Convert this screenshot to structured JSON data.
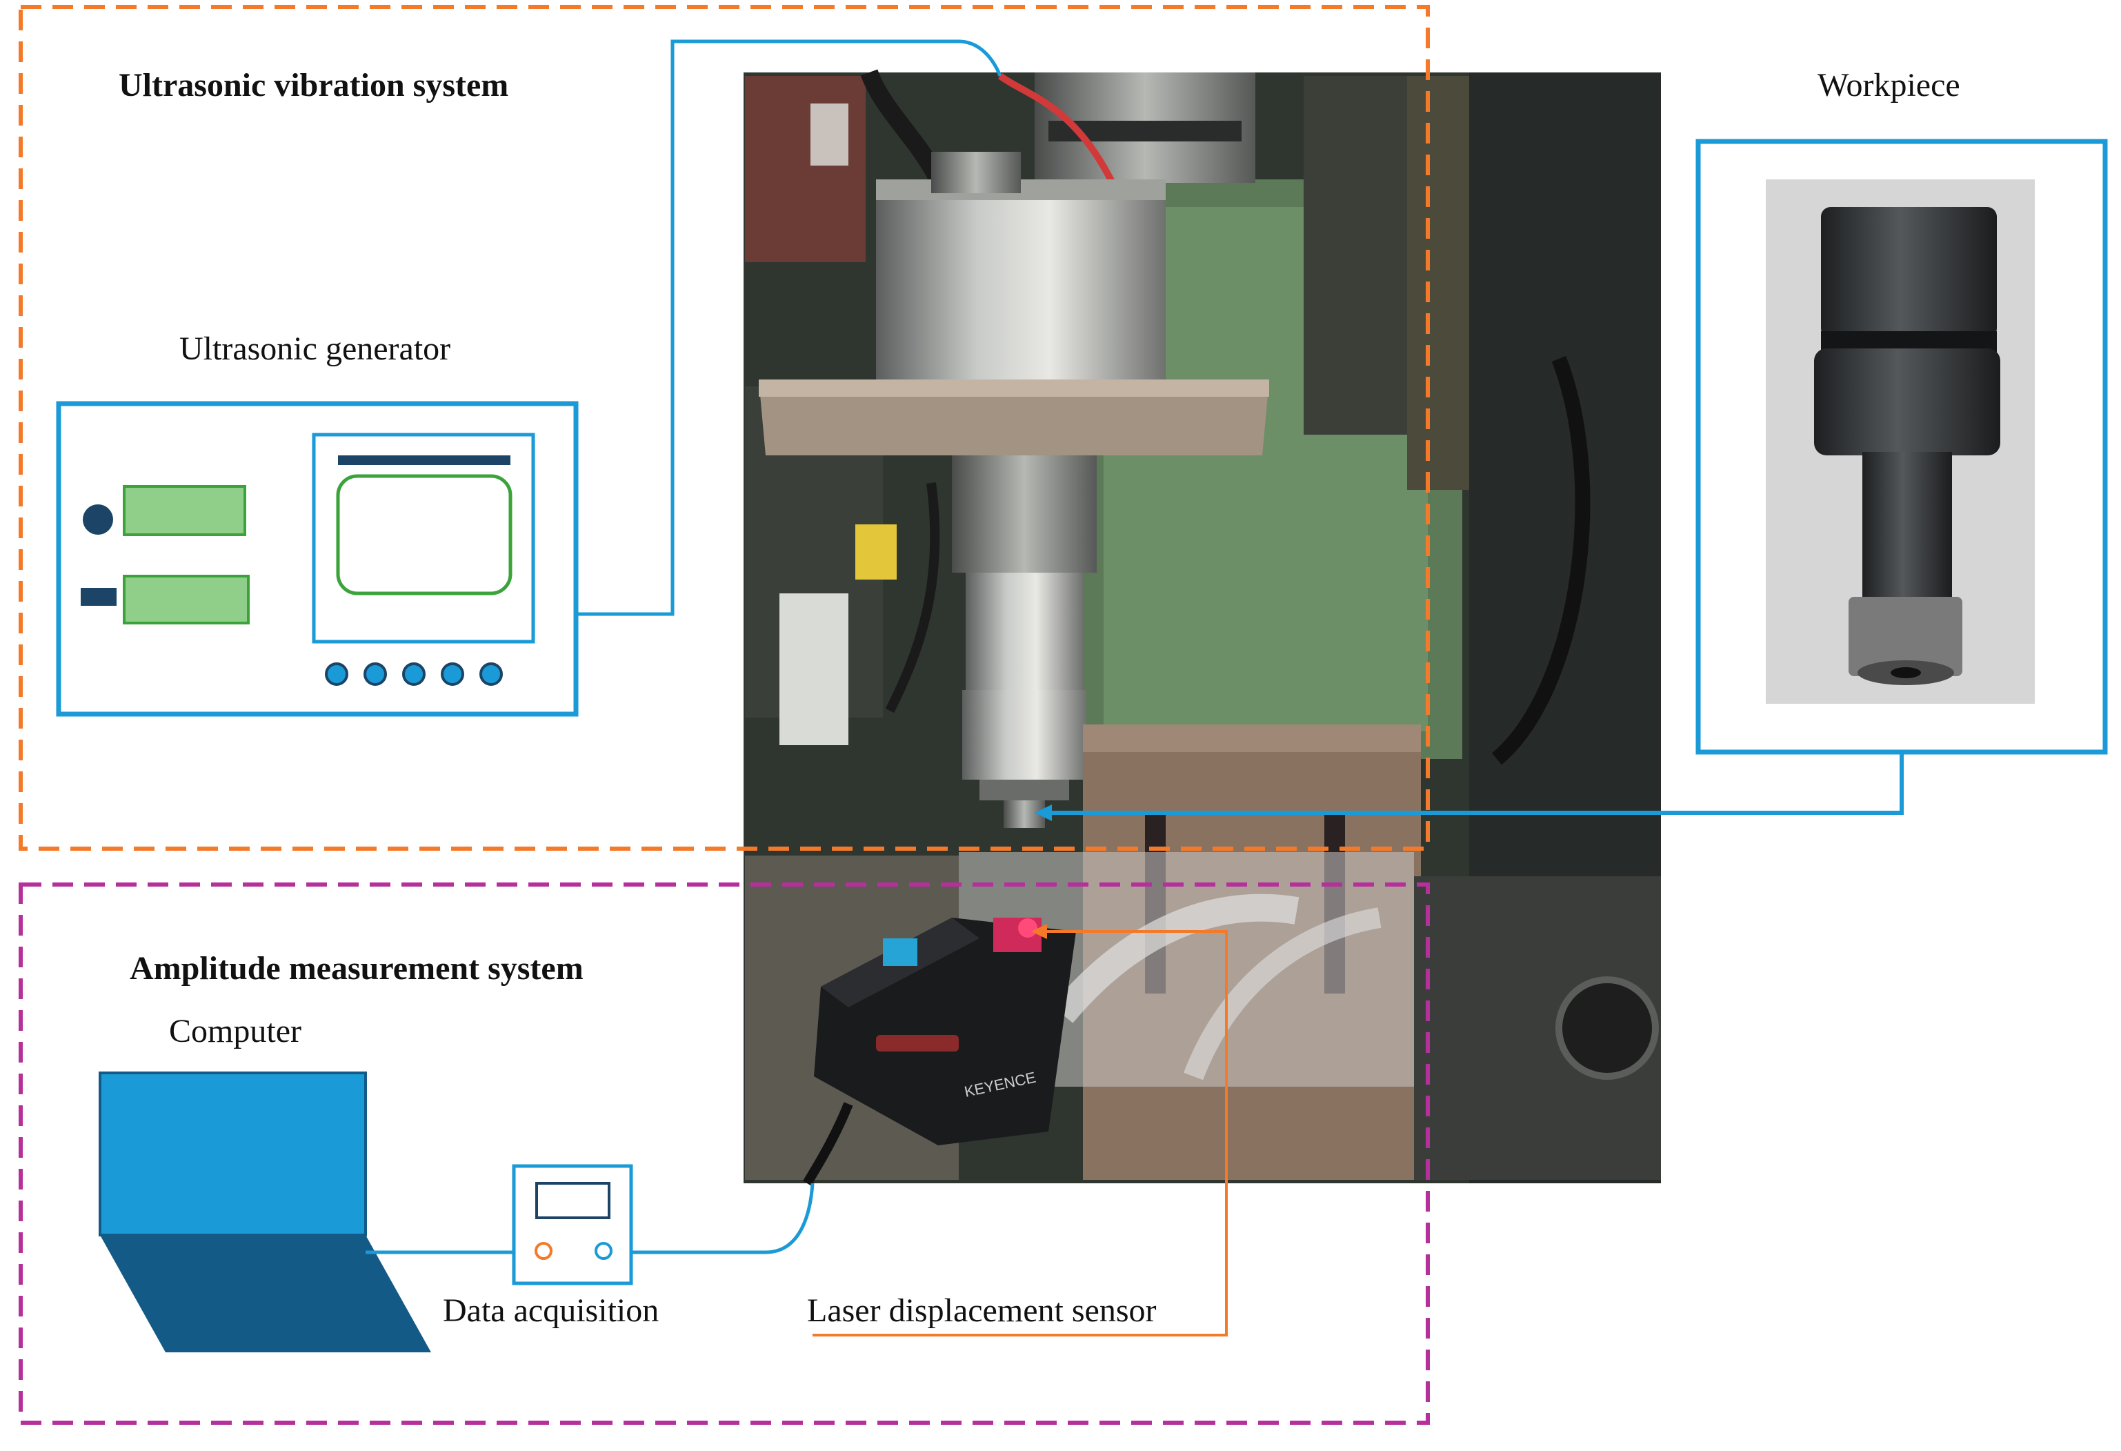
{
  "labels": {
    "ultrasonic_system": "Ultrasonic vibration system",
    "ultrasonic_generator": "Ultrasonic generator",
    "workpiece": "Workpiece",
    "amplitude_system": "Amplitude measurement system",
    "computer": "Computer",
    "data_acquisition": "Data acquisition",
    "laser_sensor": "Laser displacement sensor",
    "sensor_brand": "KEYENCE"
  },
  "colors": {
    "ultrasonic_box": "#f47a2a",
    "amplitude_box": "#b5309b",
    "connector_blue": "#1a9ad6",
    "connector_orange": "#f47a2a",
    "panel_green": "#8fcf8a",
    "panel_green_border": "#3aa33a",
    "laptop_screen": "#1a9ad6",
    "laptop_base": "#135a86",
    "dark_navy": "#1b4466"
  },
  "icons": {
    "generator": "ultrasonic-generator-icon",
    "computer": "laptop-icon",
    "daq": "data-acquisition-icon"
  }
}
